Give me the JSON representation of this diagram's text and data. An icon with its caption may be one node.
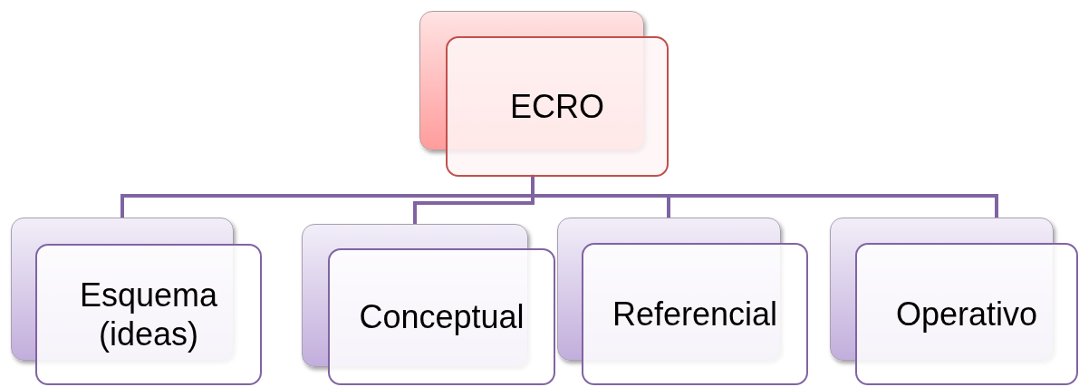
{
  "diagram": {
    "nodes": [
      {
        "text": [
          "ECRO"
        ]
      },
      {
        "text": [
          "Esquema (ideas)"
        ]
      },
      {
        "text": [
          "Conceptual"
        ]
      },
      {
        "text": [
          "Referencial"
        ]
      },
      {
        "text": [
          "Operativo"
        ]
      }
    ],
    "edges": [
      {
        "from": 0,
        "to": 1,
        "arrow": "none"
      },
      {
        "from": 0,
        "to": 2,
        "arrow": "none"
      },
      {
        "from": 0,
        "to": 3,
        "arrow": "none"
      },
      {
        "from": 0,
        "to": 4,
        "arrow": "none"
      }
    ]
  }
}
